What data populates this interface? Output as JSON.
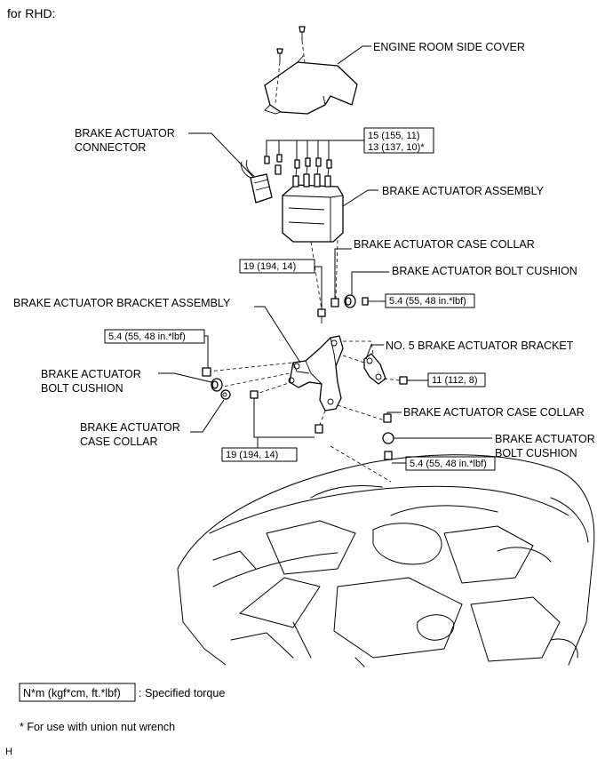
{
  "header": {
    "variant": "for RHD:"
  },
  "labels": {
    "engine_room_side_cover": "ENGINE ROOM SIDE COVER",
    "brake_actuator_connector_1": "BRAKE ACTUATOR",
    "brake_actuator_connector_2": "CONNECTOR",
    "brake_actuator_assembly": "BRAKE ACTUATOR ASSEMBLY",
    "case_collar_top": "BRAKE ACTUATOR CASE COLLAR",
    "bolt_cushion_top": "BRAKE ACTUATOR BOLT CUSHION",
    "bracket_assembly": "BRAKE ACTUATOR BRACKET ASSEMBLY",
    "no5_bracket": "NO. 5 BRAKE ACTUATOR BRACKET",
    "bolt_cushion_left_1": "BRAKE ACTUATOR",
    "bolt_cushion_left_2": "BOLT CUSHION",
    "case_collar_left_1": "BRAKE ACTUATOR",
    "case_collar_left_2": "CASE COLLAR",
    "case_collar_right": "BRAKE ACTUATOR CASE COLLAR",
    "bolt_cushion_right_1": "BRAKE ACTUATOR",
    "bolt_cushion_right_2": "BOLT CUSHION"
  },
  "torques": {
    "tube_nut_1": "15 (155, 11)",
    "tube_nut_2": "13 (137, 10)*",
    "upper_bolt": "19 (194, 14)",
    "cushion_top": "5.4 (55, 48 in.*lbf)",
    "cushion_left": "5.4 (55, 48 in.*lbf)",
    "no5_bolt": "11 (112, 8)",
    "lower_bolts": "19 (194, 14)",
    "cushion_right": "5.4 (55, 48 in.*lbf)"
  },
  "legend": {
    "unit": "N*m (kgf*cm, ft.*lbf)",
    "description": ": Specified torque",
    "note": "* For use with union nut wrench"
  },
  "footer": {
    "code": "H"
  }
}
